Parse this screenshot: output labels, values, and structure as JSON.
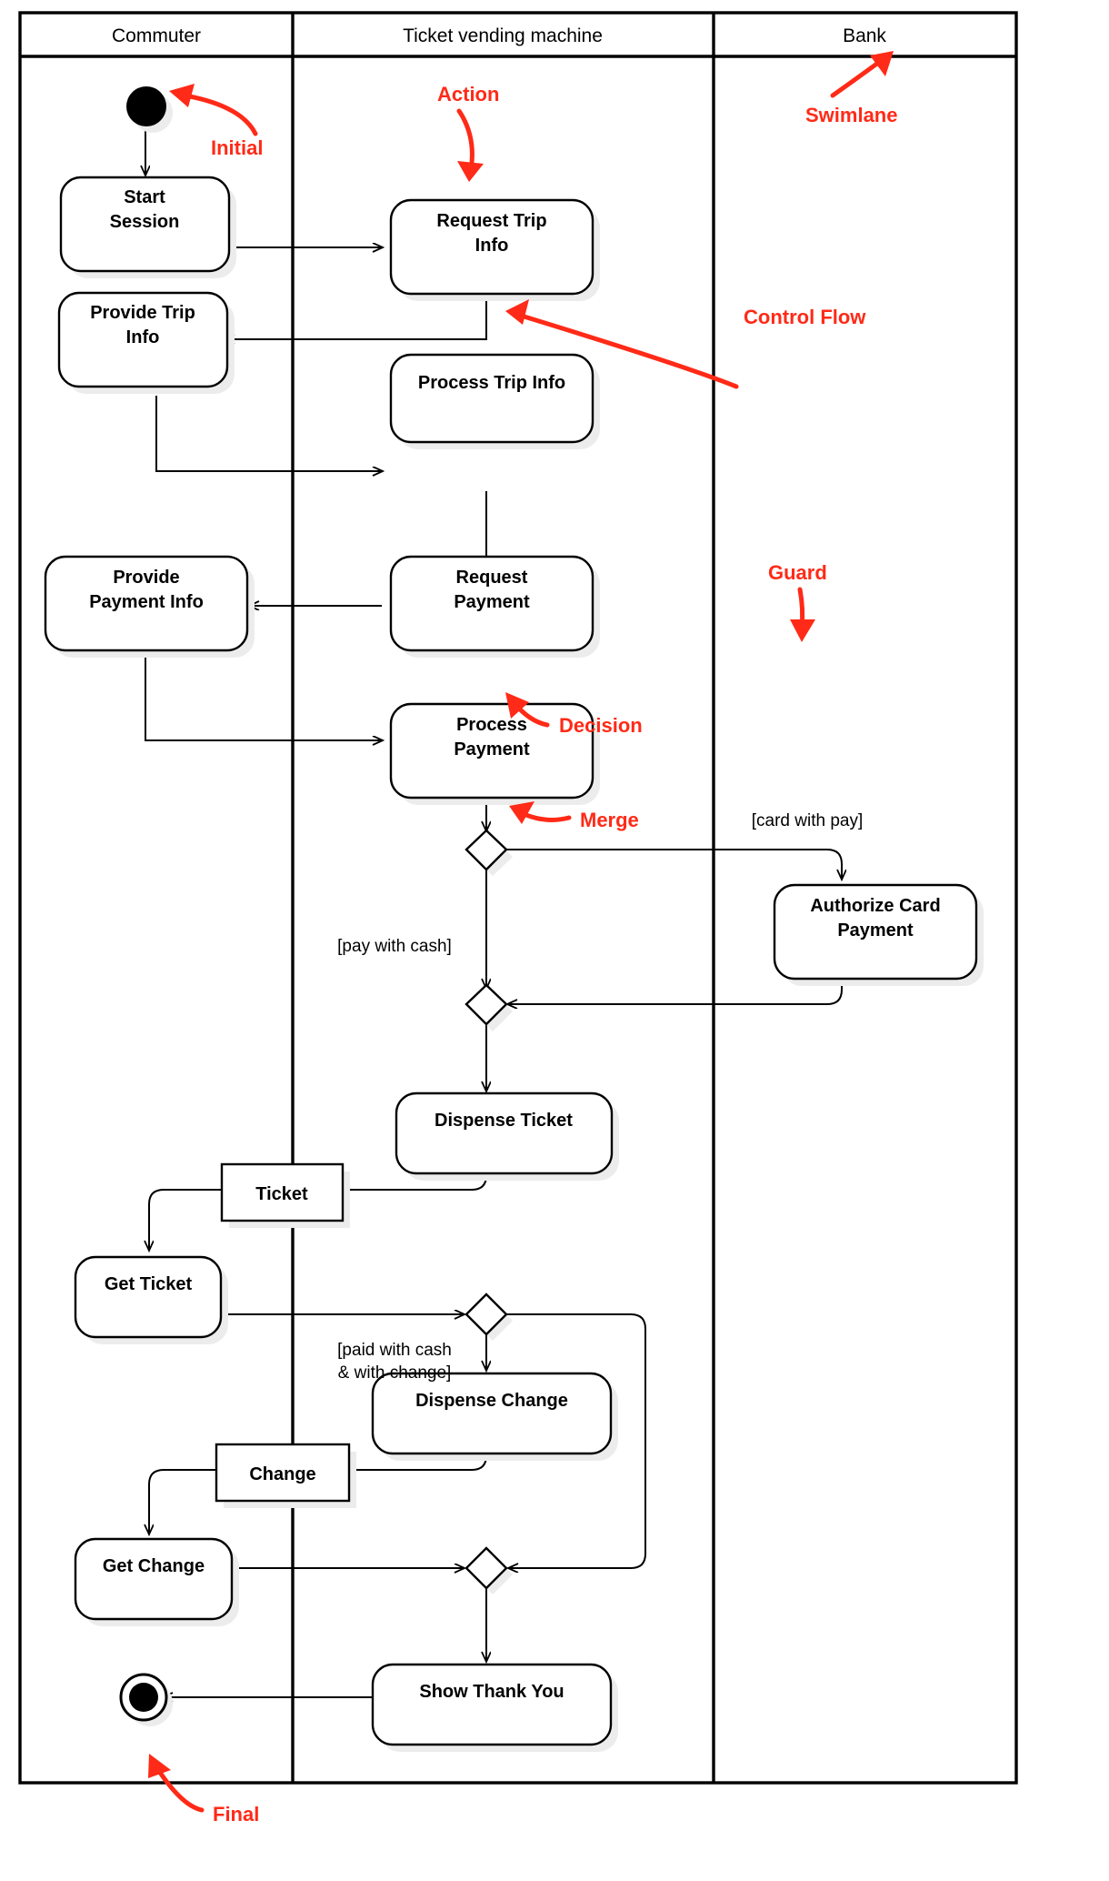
{
  "diagram": {
    "type": "UML Activity Diagram with swimlanes",
    "subject": "Ticket vending machine purchase"
  },
  "swimlanes": [
    {
      "id": "commuter",
      "title": "Commuter"
    },
    {
      "id": "tvm",
      "title": "Ticket vending machine"
    },
    {
      "id": "bank",
      "title": "Bank"
    }
  ],
  "nodes": {
    "initial": {
      "kind": "initial-node",
      "lane": "commuter"
    },
    "start_session": {
      "kind": "action",
      "lane": "commuter",
      "label_lines": [
        "Start",
        "Session"
      ]
    },
    "request_trip_info": {
      "kind": "action",
      "lane": "tvm",
      "label_lines": [
        "Request Trip",
        "Info"
      ]
    },
    "provide_trip_info": {
      "kind": "action",
      "lane": "commuter",
      "label_lines": [
        "Provide Trip",
        "Info"
      ]
    },
    "process_trip_info": {
      "kind": "action",
      "lane": "tvm",
      "label_lines": [
        "Process Trip Info"
      ]
    },
    "request_payment": {
      "kind": "action",
      "lane": "tvm",
      "label_lines": [
        "Request",
        "Payment"
      ]
    },
    "provide_payment_info": {
      "kind": "action",
      "lane": "commuter",
      "label_lines": [
        "Provide",
        "Payment Info"
      ]
    },
    "process_payment": {
      "kind": "action",
      "lane": "tvm",
      "label_lines": [
        "Process",
        "Payment"
      ]
    },
    "decision_pay": {
      "kind": "decision-node",
      "lane": "tvm"
    },
    "authorize_card_payment": {
      "kind": "action",
      "lane": "bank",
      "label_lines": [
        "Authorize Card",
        "Payment"
      ]
    },
    "merge_pay": {
      "kind": "merge-node",
      "lane": "tvm"
    },
    "dispense_ticket": {
      "kind": "action",
      "lane": "tvm",
      "label_lines": [
        "Dispense Ticket"
      ]
    },
    "ticket_object": {
      "kind": "object-node",
      "lane": "boundary",
      "label_lines": [
        "Ticket"
      ]
    },
    "get_ticket": {
      "kind": "action",
      "lane": "commuter",
      "label_lines": [
        "Get Ticket"
      ]
    },
    "decision_change": {
      "kind": "decision-node",
      "lane": "tvm"
    },
    "dispense_change": {
      "kind": "action",
      "lane": "tvm",
      "label_lines": [
        "Dispense Change"
      ]
    },
    "change_object": {
      "kind": "object-node",
      "lane": "boundary",
      "label_lines": [
        "Change"
      ]
    },
    "get_change": {
      "kind": "action",
      "lane": "commuter",
      "label_lines": [
        "Get Change"
      ]
    },
    "merge_change": {
      "kind": "merge-node",
      "lane": "tvm"
    },
    "show_thank_you": {
      "kind": "action",
      "lane": "tvm",
      "label_lines": [
        "Show Thank You"
      ]
    },
    "final": {
      "kind": "final-node",
      "lane": "commuter"
    }
  },
  "guards": [
    {
      "id": "card_with_pay",
      "text_lines": [
        "[card with pay]"
      ]
    },
    {
      "id": "pay_with_cash",
      "text_lines": [
        "[pay with cash]"
      ]
    },
    {
      "id": "paid_with_cash_change",
      "text_lines": [
        "[paid with cash",
        "& with change]"
      ]
    }
  ],
  "annotations": [
    {
      "id": "initial",
      "label": "Initial",
      "color": "#ff2a17"
    },
    {
      "id": "action",
      "label": "Action",
      "color": "#ff2a17"
    },
    {
      "id": "swimlane",
      "label": "Swimlane",
      "color": "#ff2a17"
    },
    {
      "id": "control_flow",
      "label": "Control Flow",
      "color": "#ff2a17"
    },
    {
      "id": "guard",
      "label": "Guard",
      "color": "#ff2a17"
    },
    {
      "id": "decision",
      "label": "Decision",
      "color": "#ff2a17"
    },
    {
      "id": "merge",
      "label": "Merge",
      "color": "#ff2a17"
    },
    {
      "id": "final",
      "label": "Final",
      "color": "#ff2a17"
    }
  ],
  "colors": {
    "annotation_red": "#ff2a17",
    "stroke_black": "#000000",
    "node_fill": "#ffffff",
    "shadow_gray": "#ececec",
    "background": "#ffffff"
  }
}
